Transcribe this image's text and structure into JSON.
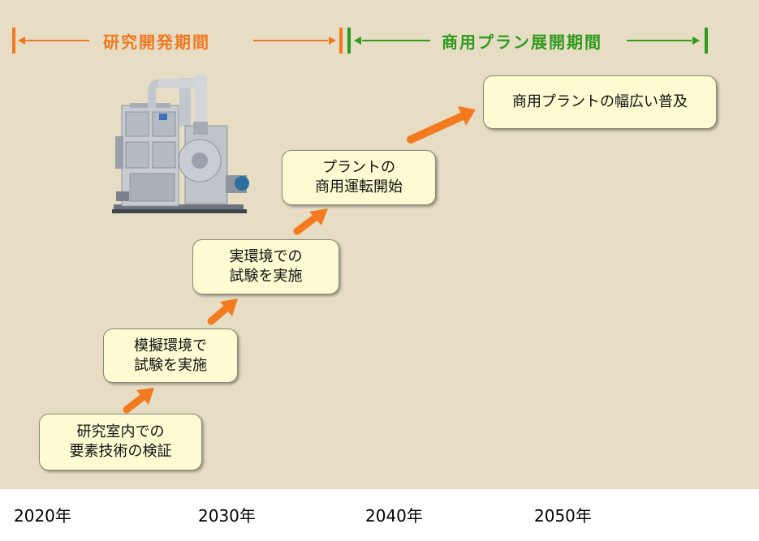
{
  "colors": {
    "background": "#e6ddc4",
    "research_accent": "#f07820",
    "commercial_accent": "#2e9a1e",
    "step_arrow": "#f47a20",
    "box_fill": "#fdfbd1"
  },
  "header": {
    "research_period": "研究開発期間",
    "commercial_period": "商用プラン展開期間"
  },
  "steps": [
    {
      "lines": [
        "研究室内での",
        "要素技術の検証"
      ]
    },
    {
      "lines": [
        "模擬環境で",
        "試験を実施"
      ]
    },
    {
      "lines": [
        "実環境での",
        "試験を実施"
      ]
    },
    {
      "lines": [
        "プラントの",
        "商用運転開始"
      ]
    },
    {
      "lines": [
        "商用プラントの幅広い普及"
      ]
    }
  ],
  "image": {
    "icon": "industrial-plant-equipment-photo"
  },
  "timeline": {
    "years": [
      "2020年",
      "2030年",
      "2040年",
      "2050年"
    ]
  }
}
